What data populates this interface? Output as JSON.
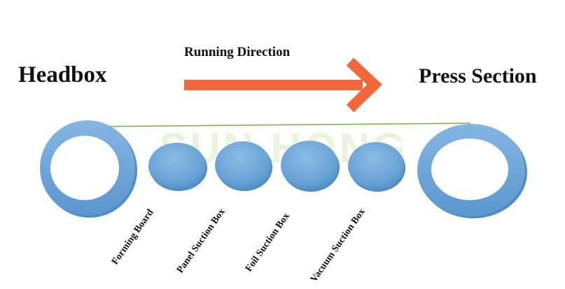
{
  "diagram": {
    "left_label": "Headbox",
    "right_label": "Press Section",
    "direction_label": "Running Direction",
    "watermark": "SUN HONG",
    "components": [
      {
        "label": "Forming Board"
      },
      {
        "label": "Panel Suction Box"
      },
      {
        "label": "Foil Suction Box"
      },
      {
        "label": "Vacuum Suction Box"
      }
    ]
  },
  "colors": {
    "arrow": "#f2673a",
    "roll_fill": "#6aa3d6",
    "roll_edge": "#4a86bf",
    "wire_line": "#7fae3e",
    "text": "#111111",
    "watermark": "#e9f2d9"
  }
}
